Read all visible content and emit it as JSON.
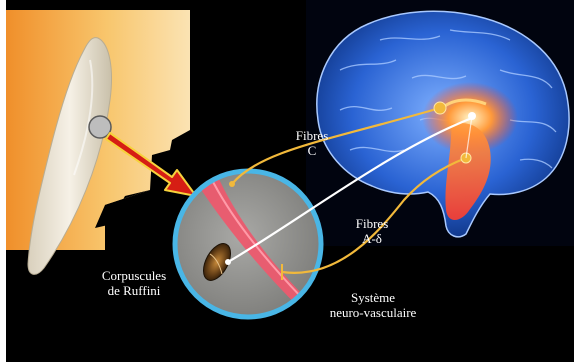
{
  "labels": {
    "fibres_c_line1": "Fibres",
    "fibres_c_line2": "C",
    "fibres_ad_line1": "Fibres",
    "fibres_ad_line2": "A-δ",
    "ruffini_line1": "Corpuscules",
    "ruffini_line2": "de Ruffini",
    "system_line1": "Système",
    "system_line2": "neuro-vasculaire"
  },
  "colors": {
    "background": "#000000",
    "tooth_panel": "#f6b55a",
    "arrow_red": "#d61e14",
    "arrow_outline": "#f7d23c",
    "circle_border": "#49b6e6",
    "vessel": "#ec5a6e",
    "fiber_c": "#ffffff",
    "fiber_ad": "#f2b93b",
    "brain": "#2f6fd8",
    "brainstem": "#ff6a3a"
  }
}
